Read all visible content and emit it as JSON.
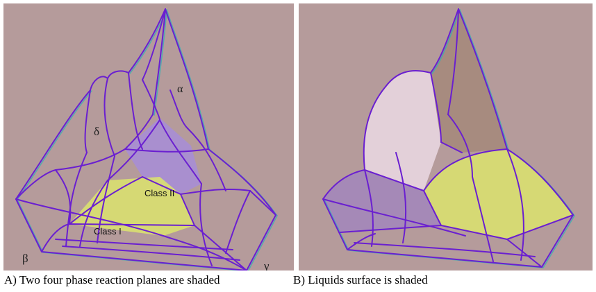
{
  "panel_a": {
    "labels": {
      "alpha": "α",
      "delta": "δ",
      "beta": "β",
      "gamma": "γ",
      "class_ii": "Class II",
      "class_i": "Class I"
    },
    "caption": "A) Two four phase reaction planes are shaded"
  },
  "panel_b": {
    "caption": "B) Liquids surface is shaded"
  },
  "colors": {
    "background": "#b59b9b",
    "edge": "#6a1fd0",
    "edge_shadow": "#2fb0b5",
    "plane_yellow": "#d9e070",
    "plane_violet": "#a58be0",
    "surface_white": "#e8d6e0",
    "surface_brown": "#a58a7c"
  }
}
